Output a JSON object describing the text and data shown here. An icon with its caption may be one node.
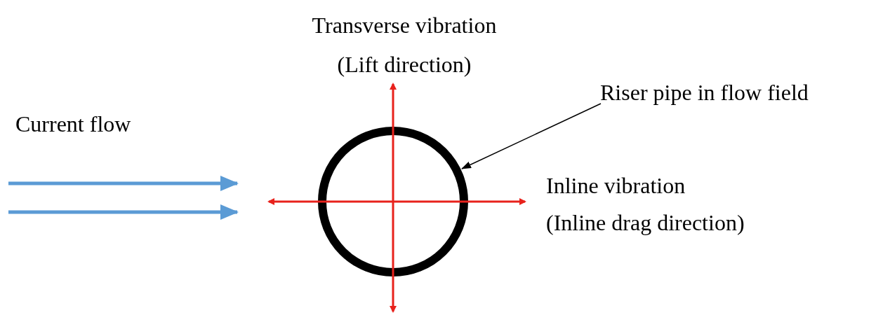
{
  "diagram": {
    "nodes": [
      {
        "text": [
          "Riser pipe in flow field"
        ]
      },
      {
        "text": [],
        "shape": "circle"
      }
    ],
    "edges": [
      {
        "from": 0,
        "to": 1,
        "arrow": "to"
      }
    ],
    "labels": [
      "Transverse vibration",
      "(Lift direction)",
      "Current flow",
      "Inline vibration",
      "(Inline drag direction)"
    ]
  }
}
